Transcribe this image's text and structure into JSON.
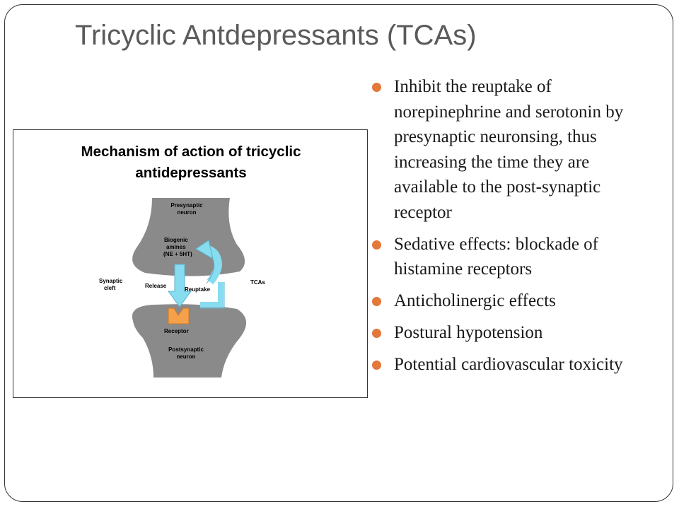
{
  "slide": {
    "title": "Tricyclic Antdepressants (TCAs)"
  },
  "figure": {
    "title_line1": "Mechanism of action of tricyclic",
    "title_line2": "antidepressants",
    "labels": {
      "presynaptic_line1": "Presynaptic",
      "presynaptic_line2": "neuron",
      "biogenic_line1": "Biogenic",
      "biogenic_line2": "amines",
      "biogenic_line3": "(NE + 5HT)",
      "synaptic_line1": "Synaptic",
      "synaptic_line2": "cleft",
      "release": "Release",
      "reuptake": "Reuptake",
      "tcas": "TCAs",
      "receptor": "Receptor",
      "postsynaptic_line1": "Postsynaptic",
      "postsynaptic_line2": "neuron"
    },
    "colors": {
      "neuron": "#8a8a8a",
      "arrow": "#87dcf0",
      "receptor": "#f5a04a"
    }
  },
  "bullets": [
    "Inhibit the reuptake of norepinephrine and serotonin by presynaptic neuronsing, thus increasing the time they are available to the post-synaptic receptor",
    "Sedative effects: blockade of histamine receptors",
    "Anticholinergic effects",
    "Postural hypotension",
    "Potential cardiovascular toxicity"
  ],
  "colors": {
    "bullet": "#e4773a",
    "title_text": "#5a5a5a"
  }
}
